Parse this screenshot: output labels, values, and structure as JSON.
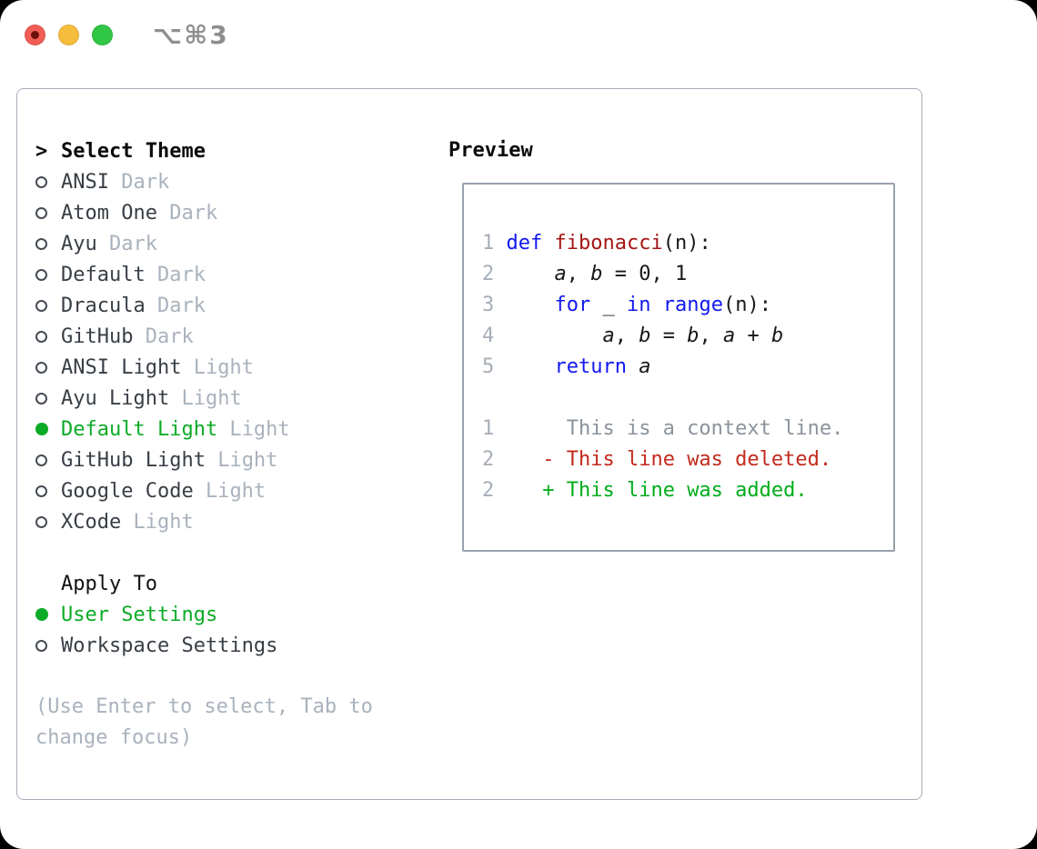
{
  "window": {
    "title": "⌥⌘3",
    "traffic_lights": [
      "close",
      "minimize",
      "zoom"
    ]
  },
  "colors": {
    "selection_green": "#0cab27",
    "diff_added_green": "#00ad1c",
    "diff_deleted_red": "#c22a1c",
    "context_gray": "#8b939c",
    "keyword_blue": "#1118ef",
    "function_red": "#a41515",
    "muted_gray": "#a9b2bd",
    "panel_border_gray": "#a6adb7",
    "traffic_red": "#f25e57",
    "traffic_yellow": "#f6bd3d",
    "traffic_green": "#31c746"
  },
  "theme_picker": {
    "header": {
      "cursor": ">",
      "label": "Select Theme"
    },
    "items": [
      {
        "name": "ANSI",
        "variant": "Dark",
        "selected": false
      },
      {
        "name": "Atom One",
        "variant": "Dark",
        "selected": false
      },
      {
        "name": "Ayu",
        "variant": "Dark",
        "selected": false
      },
      {
        "name": "Default",
        "variant": "Dark",
        "selected": false
      },
      {
        "name": "Dracula",
        "variant": "Dark",
        "selected": false
      },
      {
        "name": "GitHub",
        "variant": "Dark",
        "selected": false
      },
      {
        "name": "ANSI Light",
        "variant": "Light",
        "selected": false
      },
      {
        "name": "Ayu Light",
        "variant": "Light",
        "selected": false
      },
      {
        "name": "Default Light",
        "variant": "Light",
        "selected": true
      },
      {
        "name": "GitHub Light",
        "variant": "Light",
        "selected": false
      },
      {
        "name": "Google Code",
        "variant": "Light",
        "selected": false
      },
      {
        "name": "XCode",
        "variant": "Light",
        "selected": false
      }
    ],
    "apply_to": {
      "label": "Apply To",
      "options": [
        {
          "label": "User Settings",
          "selected": true
        },
        {
          "label": "Workspace Settings",
          "selected": false
        }
      ]
    },
    "hint": "(Use Enter to select, Tab to change focus)"
  },
  "preview": {
    "label": "Preview",
    "lines": [
      {
        "num": "1",
        "tokens": [
          {
            "t": "def",
            "c": "kw"
          },
          {
            "t": " ",
            "c": "plain"
          },
          {
            "t": "fibonacci",
            "c": "fn"
          },
          {
            "t": "(n):",
            "c": "plain"
          }
        ]
      },
      {
        "num": "2",
        "tokens": [
          {
            "t": "    ",
            "c": "plain"
          },
          {
            "t": "a",
            "c": "var"
          },
          {
            "t": ", ",
            "c": "plain"
          },
          {
            "t": "b",
            "c": "var"
          },
          {
            "t": " = 0, 1",
            "c": "plain"
          }
        ]
      },
      {
        "num": "3",
        "tokens": [
          {
            "t": "    ",
            "c": "plain"
          },
          {
            "t": "for",
            "c": "kw"
          },
          {
            "t": " _ ",
            "c": "plain"
          },
          {
            "t": "in",
            "c": "kw"
          },
          {
            "t": " ",
            "c": "plain"
          },
          {
            "t": "range",
            "c": "kw"
          },
          {
            "t": "(n):",
            "c": "plain"
          }
        ]
      },
      {
        "num": "4",
        "tokens": [
          {
            "t": "        ",
            "c": "plain"
          },
          {
            "t": "a",
            "c": "var"
          },
          {
            "t": ", ",
            "c": "plain"
          },
          {
            "t": "b",
            "c": "var"
          },
          {
            "t": " = ",
            "c": "plain"
          },
          {
            "t": "b",
            "c": "var"
          },
          {
            "t": ", ",
            "c": "plain"
          },
          {
            "t": "a",
            "c": "var"
          },
          {
            "t": " + ",
            "c": "plain"
          },
          {
            "t": "b",
            "c": "var"
          }
        ]
      },
      {
        "num": "5",
        "tokens": [
          {
            "t": "    ",
            "c": "plain"
          },
          {
            "t": "return",
            "c": "kw"
          },
          {
            "t": " ",
            "c": "plain"
          },
          {
            "t": "a",
            "c": "var"
          }
        ]
      },
      {
        "num": "",
        "tokens": []
      },
      {
        "num": "1",
        "tokens": [
          {
            "t": "     This is a context line.",
            "c": "ctx"
          }
        ]
      },
      {
        "num": "2",
        "tokens": [
          {
            "t": "   ",
            "c": "plain"
          },
          {
            "t": "- This line was deleted.",
            "c": "del"
          }
        ]
      },
      {
        "num": "2",
        "tokens": [
          {
            "t": "   ",
            "c": "plain"
          },
          {
            "t": "+ This line was added.",
            "c": "add"
          }
        ]
      }
    ]
  }
}
